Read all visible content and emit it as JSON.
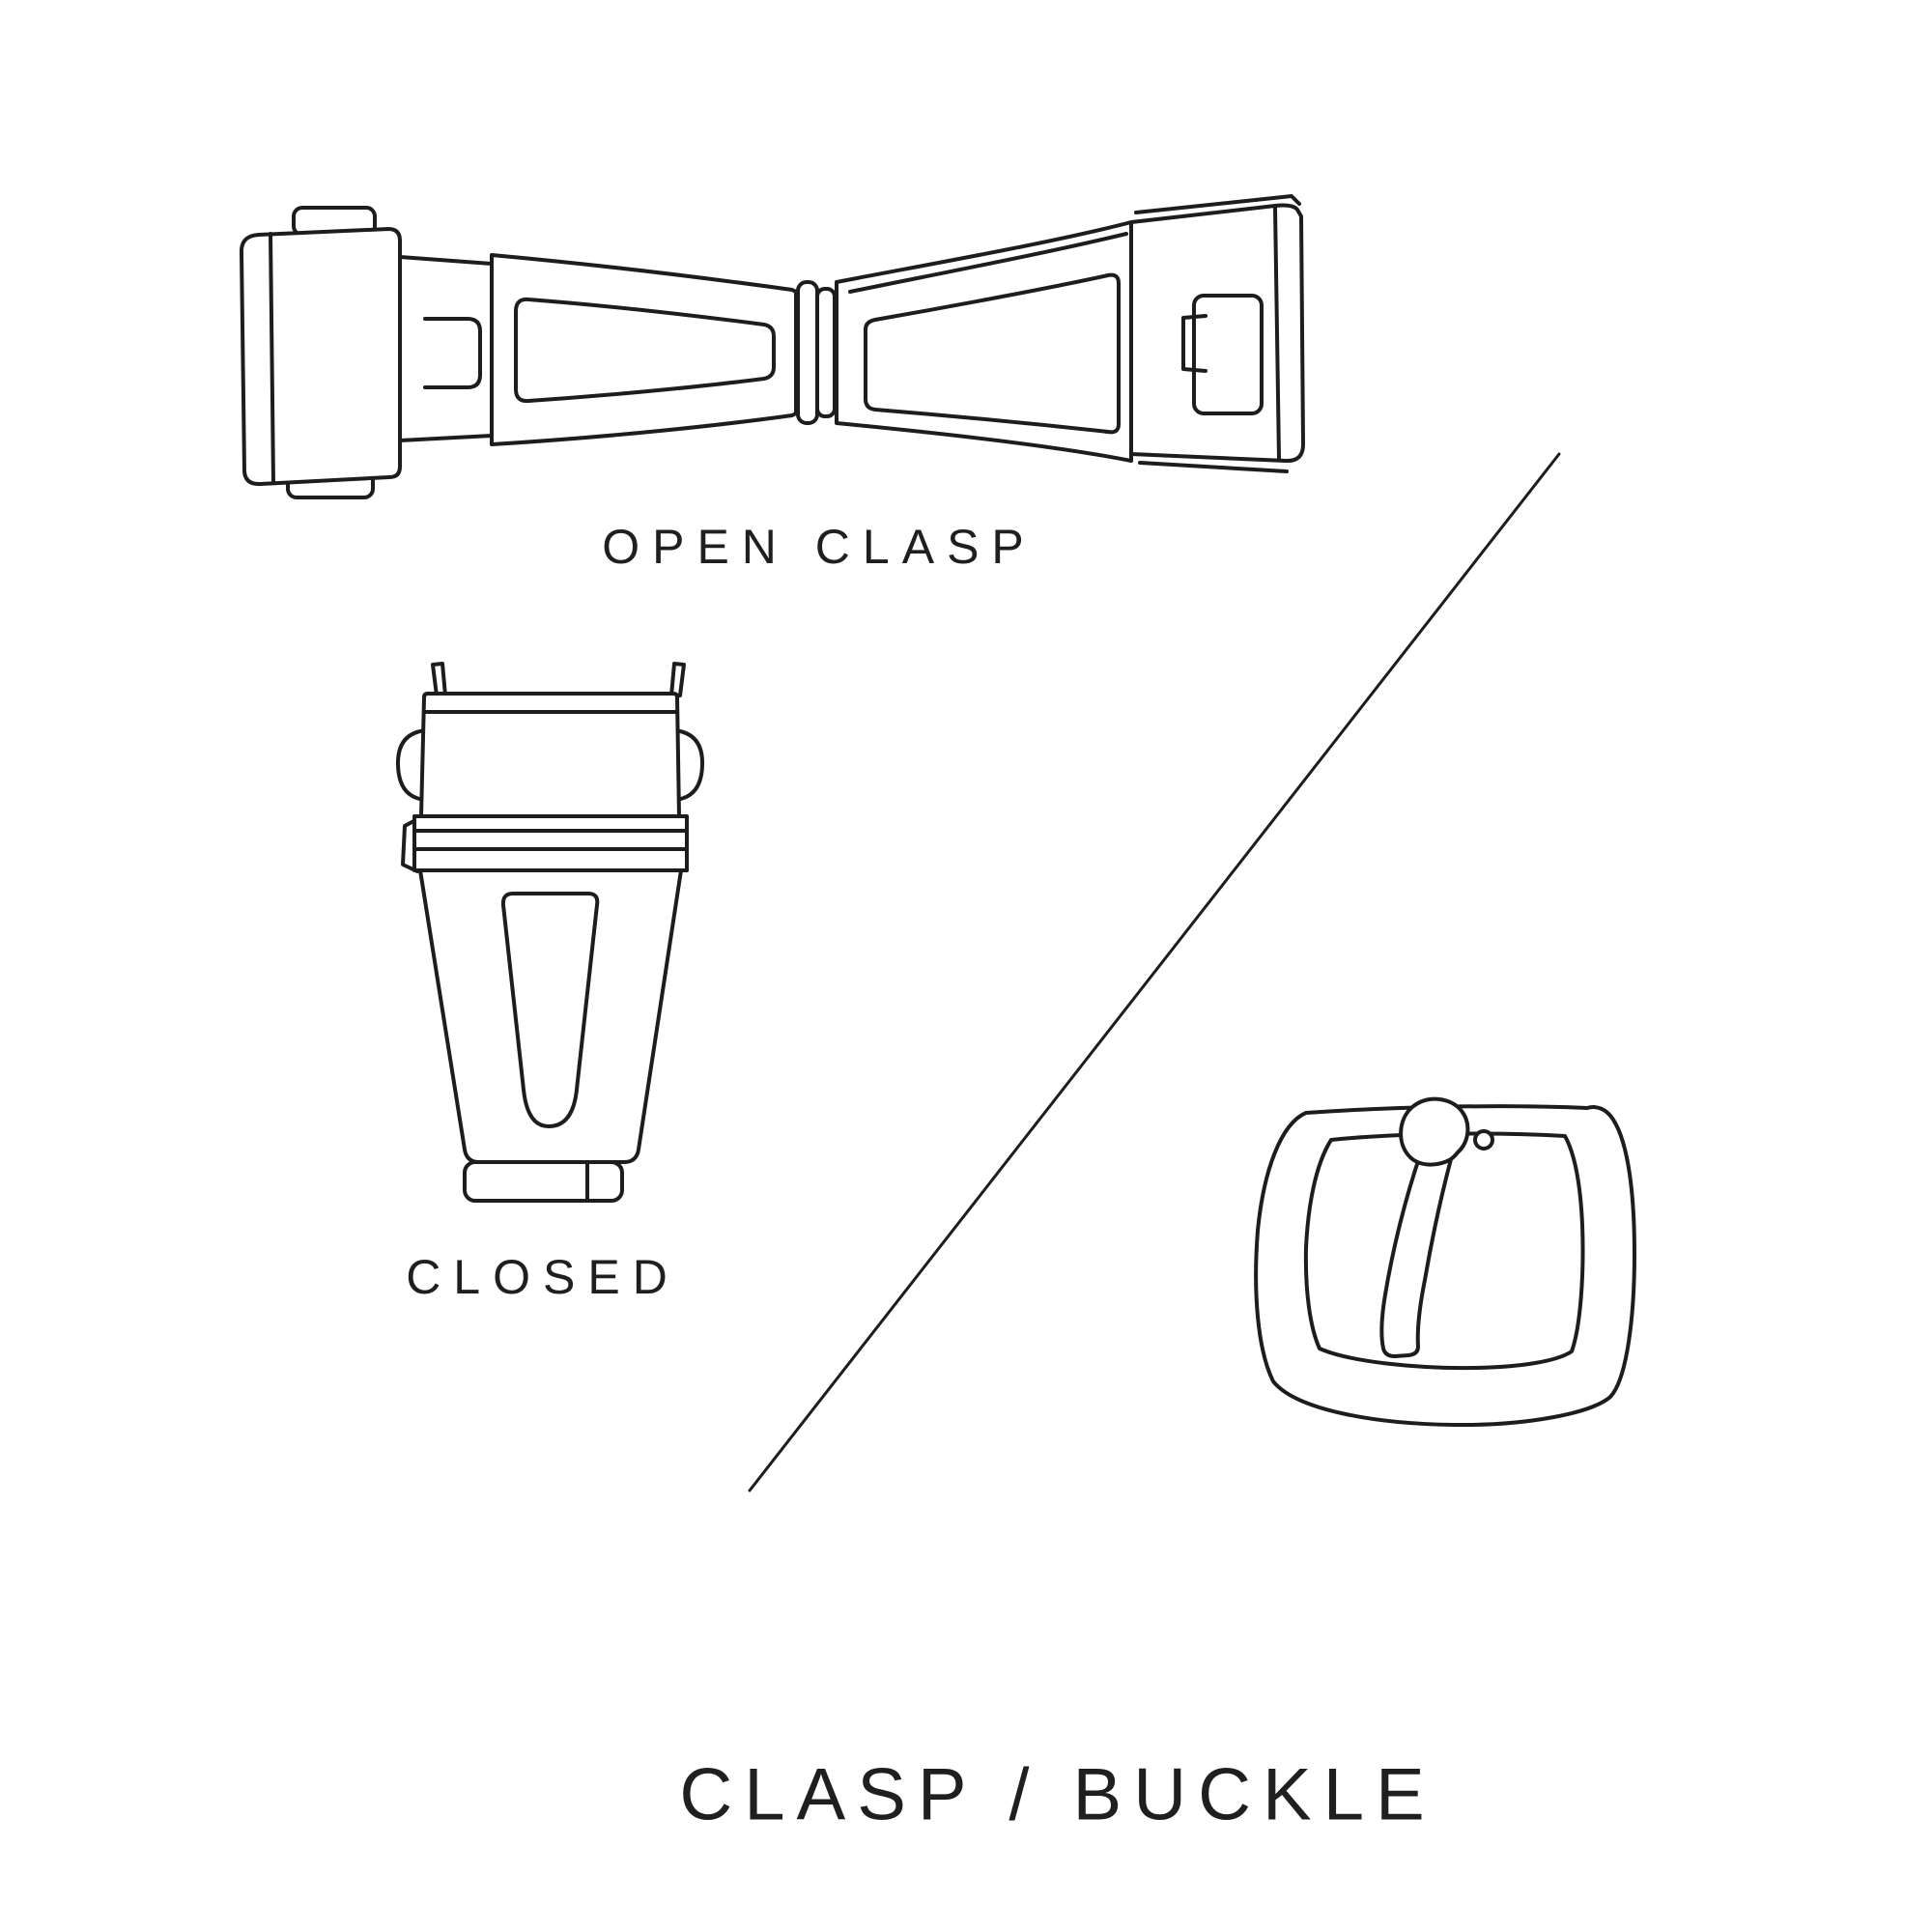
{
  "diagram": {
    "title": "CLASP / BUCKLE",
    "figures": [
      {
        "id": "open-clasp",
        "label": "OPEN CLASP"
      },
      {
        "id": "closed-clasp",
        "label": "CLOSED"
      },
      {
        "id": "pin-buckle",
        "label": ""
      }
    ]
  },
  "colors": {
    "ink": "#1d1d1d",
    "background": "#ffffff"
  }
}
